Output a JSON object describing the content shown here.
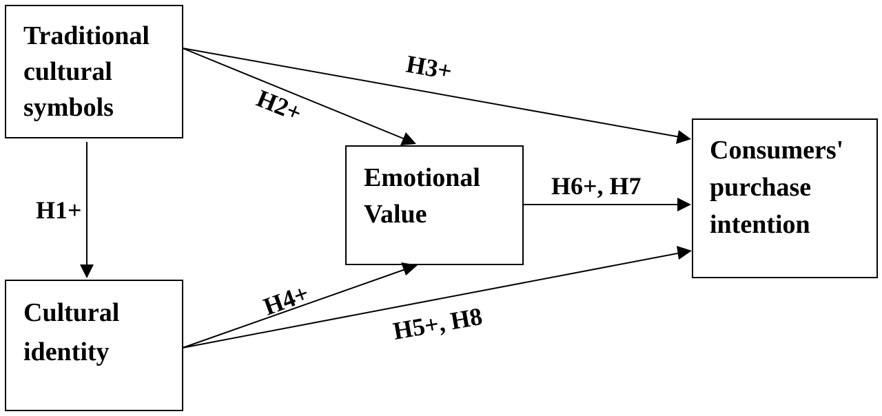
{
  "nodes": {
    "traditional": {
      "lines": [
        "Traditional",
        "cultural",
        "symbols"
      ]
    },
    "cultural_identity": {
      "lines": [
        "Cultural",
        "identity"
      ]
    },
    "emotional_value": {
      "lines": [
        "Emotional",
        "Value"
      ]
    },
    "purchase_intention": {
      "lines": [
        "Consumers'",
        "purchase",
        "intention"
      ]
    }
  },
  "edges": {
    "h1": {
      "label": "H1+"
    },
    "h2": {
      "label": "H2+"
    },
    "h3": {
      "label": "H3+"
    },
    "h4": {
      "label": "H4+"
    },
    "h5": {
      "label": "H5+, H8"
    },
    "h6": {
      "label": "H6+, H7"
    }
  },
  "colors": {
    "stroke": "#000000",
    "background": "#ffffff",
    "text": "#000000"
  }
}
